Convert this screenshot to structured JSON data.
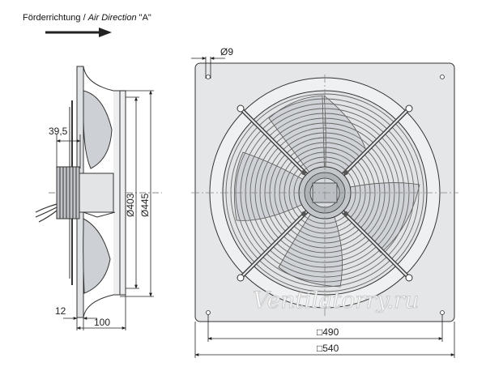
{
  "header": {
    "label_de": "Förderrichtung / ",
    "label_en": "Air Direction",
    "label_code": " \"A\""
  },
  "dimensions": {
    "hole": "Ø9",
    "depth_motor": "39,5",
    "ring_inner": "Ø403",
    "ring_outer": "Ø445",
    "flange": "12",
    "depth_total": "100",
    "hole_spacing": "□490",
    "plate_size": "□540"
  },
  "watermark": "Ventilatorry.ru",
  "colors": {
    "line": "#333333",
    "plate_fill": "#e4e6e8",
    "blade_fill": "#cdd0d4",
    "grill": "#666666"
  }
}
